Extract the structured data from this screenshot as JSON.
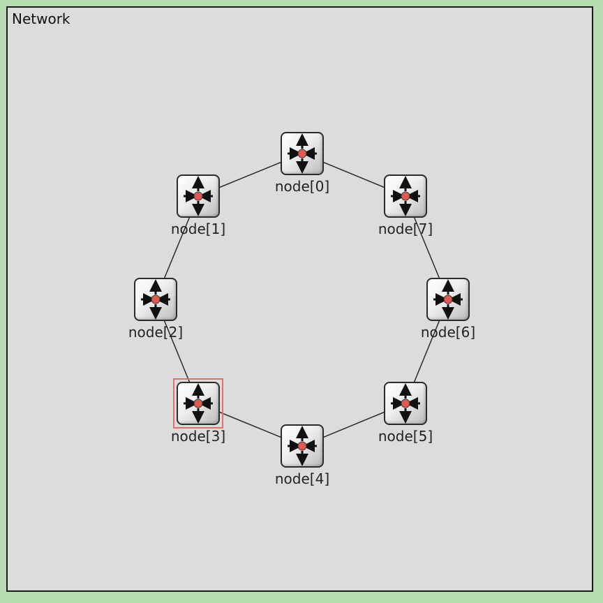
{
  "network": {
    "title": "Network",
    "nodes": [
      {
        "label": "node[0]",
        "icon": "router-icon",
        "selected": false
      },
      {
        "label": "node[1]",
        "icon": "router-icon",
        "selected": false
      },
      {
        "label": "node[2]",
        "icon": "router-icon",
        "selected": false
      },
      {
        "label": "node[3]",
        "icon": "router-icon",
        "selected": true
      },
      {
        "label": "node[4]",
        "icon": "router-icon",
        "selected": false
      },
      {
        "label": "node[5]",
        "icon": "router-icon",
        "selected": false
      },
      {
        "label": "node[6]",
        "icon": "router-icon",
        "selected": false
      },
      {
        "label": "node[7]",
        "icon": "router-icon",
        "selected": false
      }
    ],
    "links": [
      [
        0,
        1
      ],
      [
        1,
        2
      ],
      [
        2,
        3
      ],
      [
        3,
        4
      ],
      [
        4,
        5
      ],
      [
        5,
        6
      ],
      [
        6,
        7
      ],
      [
        7,
        0
      ]
    ],
    "colors": {
      "background": "#dcdcdc",
      "outer": "#b8dcb2",
      "link": "#2a2a2a",
      "selection": "#e0706a",
      "router_dot": "#e05a50"
    }
  }
}
